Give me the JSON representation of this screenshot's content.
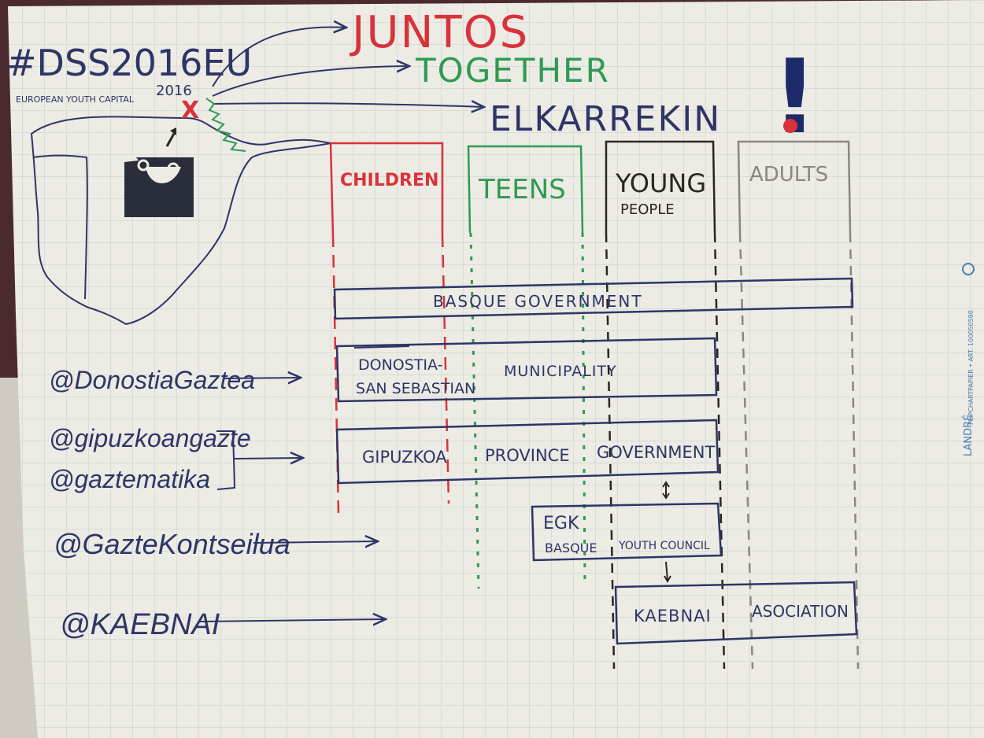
{
  "header": {
    "hashtag": "#DSS2016EU",
    "subtitle": "EUROPEAN YOUTH CAPITAL",
    "year": "2016",
    "words": {
      "juntos": "JUNTOS",
      "together": "TOGETHER",
      "elkarrekin": "ELKARREKIN",
      "exclamation": "!"
    }
  },
  "columns": [
    {
      "label": "CHILDREN",
      "sublabel": ""
    },
    {
      "label": "TEENS",
      "sublabel": ""
    },
    {
      "label": "YOUNG",
      "sublabel": "PEOPLE"
    },
    {
      "label": "ADULTS",
      "sublabel": ""
    }
  ],
  "boxes": {
    "basque_government": "BASQUE   GOVERNMENT",
    "donostia_line1": "DONOSTIA-",
    "donostia_line2": "SAN SEBASTIAN",
    "municipality": "MUNICIPALITY",
    "gipuzkoa": "GIPUZKOA",
    "province": "PROVINCE",
    "government": "GOVERNMENT",
    "egk": "EGK",
    "egk_line2_a": "BASQUE",
    "egk_line2_b": "YOUTH COUNCIL",
    "kaebnai": "KAEBNAI",
    "association": "ASOCIATION"
  },
  "handles": {
    "donostia": "@DonostiaGaztea",
    "gipuzkoa": "@gipuzkoangazte",
    "gaztematika": "@gaztematika",
    "kontseilua": "@GazteKontseilua",
    "kaebnai": "@KAEBNAI"
  },
  "paper_brand": {
    "brand": "LANDRÉ",
    "product": "FLIPCHARTPAPIER • ART. 100050590"
  },
  "colors": {
    "paper": "#ecebe4",
    "grid": "#c9ccd2",
    "blue_marker": "#2e3566",
    "red_marker": "#d8333a",
    "green_marker": "#2f9a52",
    "black_marker": "#2a2622",
    "gray_marker": "#8a8680",
    "navy_marker": "#1c2a6a"
  }
}
